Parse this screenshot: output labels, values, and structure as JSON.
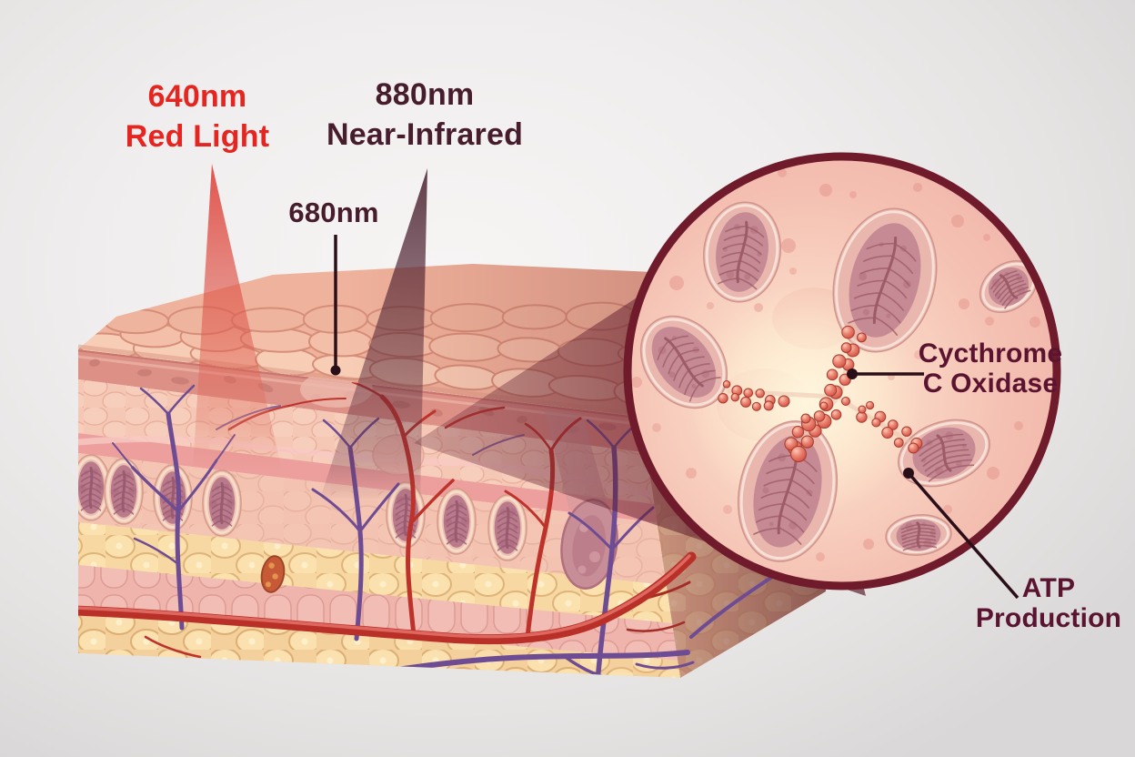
{
  "scene": {
    "description": "Red light therapy skin penetration diagram with magnified cell inset showing mitochondria"
  },
  "labels": {
    "red_light": {
      "line1": "640nm",
      "line2": "Red Light"
    },
    "near_infrared": {
      "line1": "880nm",
      "line2": "Near-Infrared"
    },
    "mid_wavelength": {
      "text": "680nm"
    },
    "cytochrome": {
      "line1": "Cycthrome",
      "line2": "C Oxidase"
    },
    "atp": {
      "line1": "ATP",
      "line2": "Production"
    }
  },
  "colors": {
    "red_label": "#e62420",
    "dark_label": "#471c2c",
    "inset_label": "#5a1430",
    "beam_red": "#db4940",
    "beam_nir": "#3e1622",
    "wedge": "#5d1a2a",
    "circle_border": "#6f1b2b",
    "callout": "#2a0e18",
    "artery": "#bd332b",
    "vein": "#6d4c94",
    "epidermis": "#dd9086",
    "dermis": "#f5c8b5",
    "fat": "#f7d8a2"
  }
}
